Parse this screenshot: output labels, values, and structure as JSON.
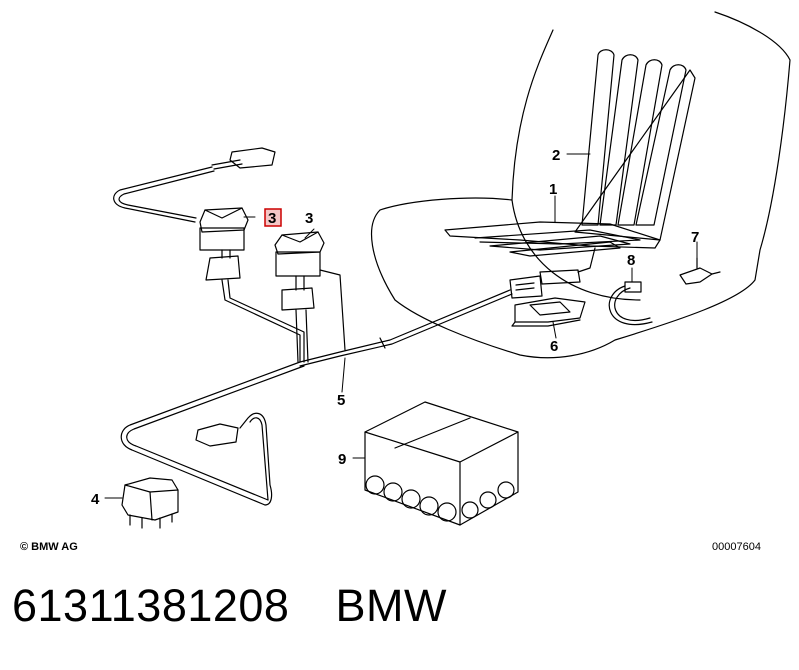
{
  "diagram": {
    "callouts": {
      "c1": "1",
      "c2": "2",
      "c3_highlighted": "3",
      "c3": "3",
      "c4": "4",
      "c5": "5",
      "c6": "6",
      "c7": "7",
      "c8": "8",
      "c9": "9"
    },
    "highlight_color": "#cc0000"
  },
  "copyright": "© BMW AG",
  "doc_number": "00007604",
  "footer": {
    "part_number": "61311381208",
    "brand": "BMW"
  }
}
